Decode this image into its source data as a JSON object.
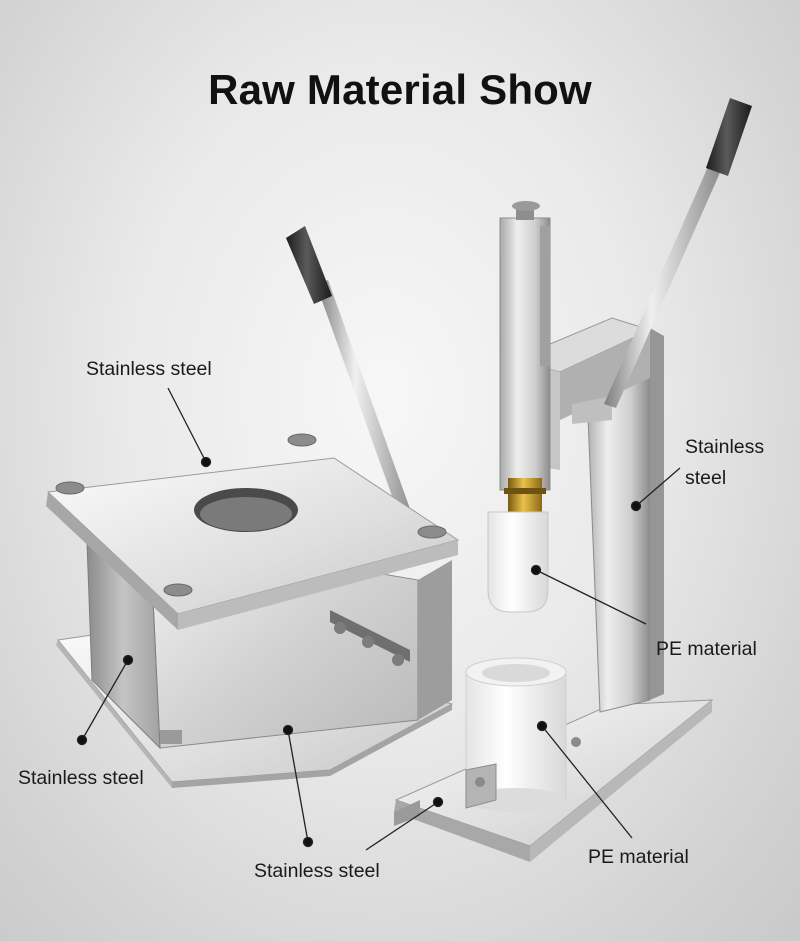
{
  "title": "Raw Material Show",
  "labels": {
    "left_top": "Stainless steel",
    "left_side": "Stainless steel",
    "left_bottom": "Stainless steel",
    "right_column": "Stainless steel",
    "pe_upper": "PE material",
    "pe_lower": "PE material"
  },
  "colors": {
    "background": "#e9e9e9",
    "steel_light": "#e4e4e4",
    "steel_dark": "#8e8e8e",
    "handle_grip": "#2b2b2b",
    "pe_white": "#f6f6f6",
    "text": "#111111"
  }
}
